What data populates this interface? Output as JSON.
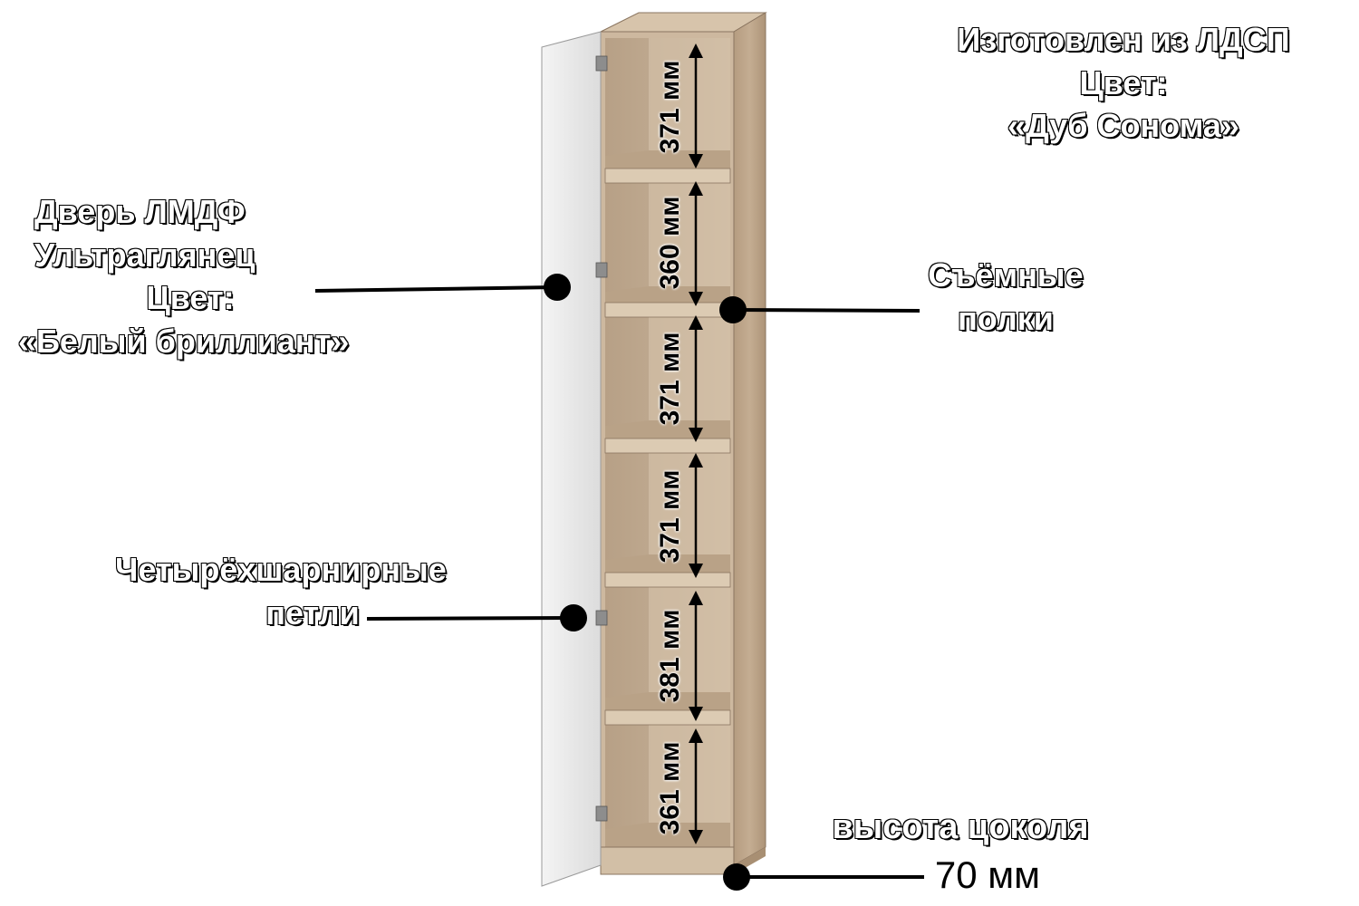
{
  "material": {
    "line1": "Изготовлен из ЛДСП",
    "line2": "Цвет:",
    "line3": "«Дуб Сонома»"
  },
  "door": {
    "line1": "Дверь ЛМДФ",
    "line2": "Ультраглянец",
    "line3": "Цвет:",
    "line4": "«Белый бриллиант»"
  },
  "shelves": {
    "line1": "Съёмные",
    "line2": "полки"
  },
  "hinges": {
    "line1": "Четырёхшарнирные",
    "line2": "петли"
  },
  "plinth": {
    "line1": "высота цоколя",
    "line2": "70 мм"
  },
  "dimensions": [
    "371 мм",
    "360 мм",
    "371 мм",
    "371 мм",
    "381 мм",
    "361 мм"
  ],
  "colors": {
    "wood": "#c9b49a",
    "wood_dark": "#a88f73",
    "wood_light": "#dccbb3",
    "door": "#eeeeee",
    "leader": "#000000"
  }
}
